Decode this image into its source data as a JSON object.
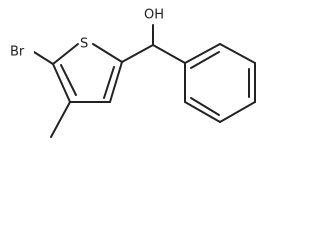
{
  "atoms": {
    "bromine": "Br",
    "sulfur": "S",
    "hydroxyl": "OH"
  }
}
